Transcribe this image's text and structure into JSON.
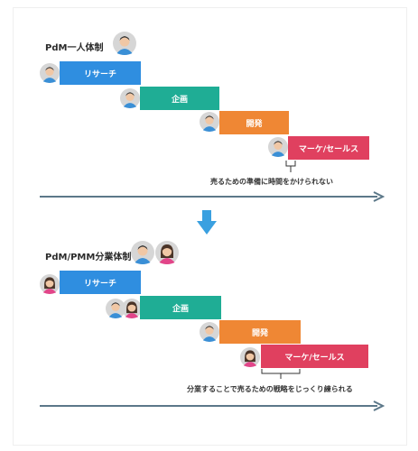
{
  "colors": {
    "research": "#2f8ee0",
    "planning": "#1fad95",
    "development": "#ef8734",
    "marketing": "#e0405f",
    "timeline": "#5c7889",
    "arrow": "#3aa0e0"
  },
  "diagram1": {
    "title": "PdM一人体制",
    "bars": {
      "research": "リサーチ",
      "planning": "企画",
      "development": "開発",
      "marketing": "マーケ/セールス"
    },
    "note": "売るための準備に時間をかけられない"
  },
  "diagram2": {
    "title": "PdM/PMM分業体制",
    "bars": {
      "research": "リサーチ",
      "planning": "企画",
      "development": "開発",
      "marketing": "マーケ/セールス"
    },
    "note": "分業することで売るための戦略をじっくり練られる"
  }
}
